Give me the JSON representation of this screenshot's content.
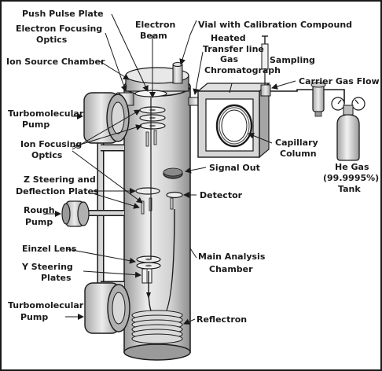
{
  "labels": {
    "push_pulse_plate": "Push Pulse Plate",
    "electron_focusing_optics_1": "Electron Focusing",
    "electron_focusing_optics_2": "Optics",
    "ion_source_chamber": "Ion Source Chamber",
    "turbomolecular_pump_top_1": "Turbomolecular",
    "turbomolecular_pump_top_2": "Pump",
    "ion_focusing_optics_1": "Ion Focusing",
    "ion_focusing_optics_2": "Optics",
    "z_steering_1": "Z Steering and",
    "z_steering_2": "Deflection Plates",
    "rough_pump_1": "Rough",
    "rough_pump_2": "Pump",
    "einzel_lens": "Einzel Lens",
    "y_steering_1": "Y Steering",
    "y_steering_2": "Plates",
    "turbomolecular_pump_bottom_1": "Turbomolecular",
    "turbomolecular_pump_bottom_2": "Pump",
    "electron_beam_1": "Electron",
    "electron_beam_2": "Beam",
    "vial_calibration": "Vial with Calibration Compound",
    "heated_transfer_line_1": "Heated",
    "heated_transfer_line_2": "Transfer line",
    "sampling": "Sampling",
    "gas_chromatograph_1": "Gas",
    "gas_chromatograph_2": "Chromatograph",
    "carrier_gas_flow": "Carrier Gas Flow",
    "capillary_column_1": "Capillary",
    "capillary_column_2": "Column",
    "signal_out": "Signal Out",
    "detector": "Detector",
    "he_gas_1": "He Gas",
    "he_gas_2": "(99.9995%)",
    "he_gas_3": "Tank",
    "main_analysis_chamber_1": "Main Analysis",
    "main_analysis_chamber_2": "Chamber",
    "reflectron": "Reflectron"
  },
  "colors": {
    "outline": "#1a1a1a",
    "metal_light": "#e6e6e6",
    "metal_mid": "#bdbdbd",
    "metal_dark": "#8a8a8a",
    "background": "#ffffff"
  }
}
